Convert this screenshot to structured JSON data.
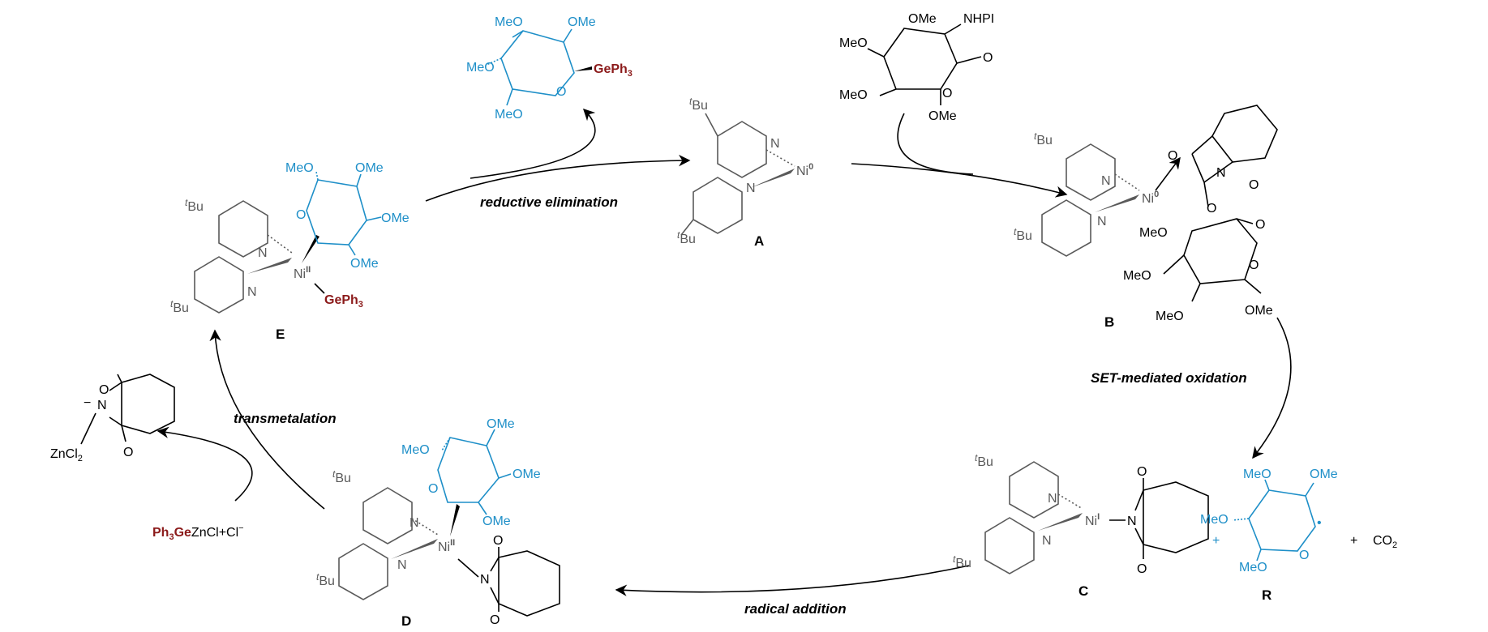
{
  "colors": {
    "ligand": "#5a5a5a",
    "sugar": "#1e8fc8",
    "germanium": "#8b1a1a",
    "ink": "#000000"
  },
  "labels": {
    "A": "A",
    "B": "B",
    "C": "C",
    "D": "D",
    "E": "E",
    "R": "R"
  },
  "steps": {
    "reductive_elimination": "reductive elimination",
    "set_oxidation": "SET-mediated oxidation",
    "radical_addition": "radical addition",
    "transmetalation": "transmetalation"
  },
  "atoms": {
    "tbu_t": "t",
    "tbu_bu": "Bu",
    "n": "N",
    "ni": "Ni",
    "ni0": "0",
    "ni1": "I",
    "ni2": "II",
    "ome": "OMe",
    "meo": "MeO",
    "o": "O",
    "nhpi": "NHPI",
    "geph3_ge": "GePh",
    "geph3_3": "3",
    "zncl": "ZnCl",
    "zncl_2": "2",
    "co2": "CO",
    "co2_2": "2",
    "plus": "+",
    "minus": "−",
    "ph3ge_ph": "Ph",
    "ph3ge_3": "3",
    "ph3ge_ge": "Ge",
    "zncl_cl": "ZnCl+Cl",
    "cl_minus": "−",
    "radical_dot": "•"
  }
}
